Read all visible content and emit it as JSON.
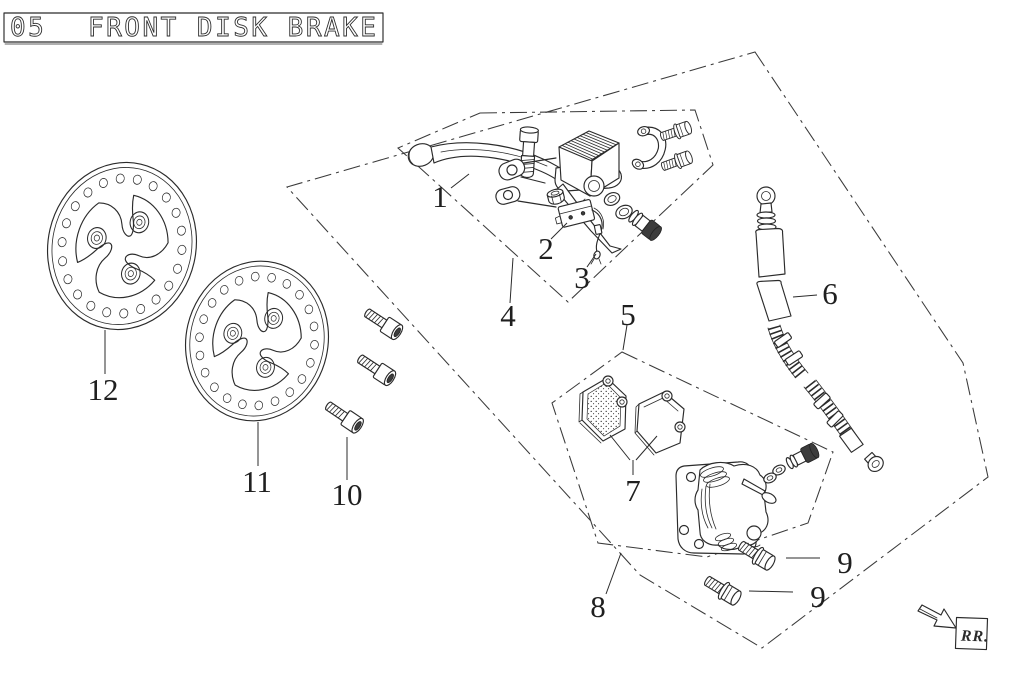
{
  "title": {
    "number": "05",
    "name": "FRONT DISK BRAKE"
  },
  "labels": {
    "l1": "1",
    "l2": "2",
    "l3": "3",
    "l4": "4",
    "l5": "5",
    "l6": "6",
    "l7": "7",
    "l8": "8",
    "l9a": "9",
    "l9b": "9",
    "l10": "10",
    "l11": "11",
    "l12": "12"
  },
  "stamp": {
    "text": "RR."
  },
  "colors": {
    "line": "#2b2b2b",
    "label": "#1f1f1f",
    "background": "#ffffff"
  }
}
